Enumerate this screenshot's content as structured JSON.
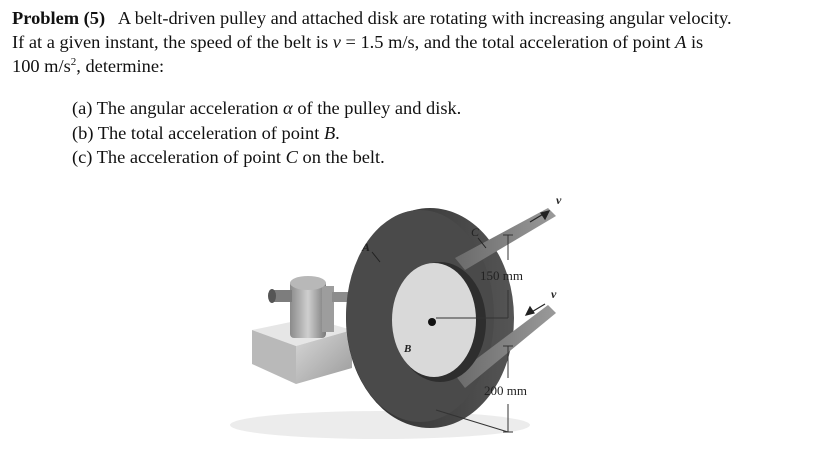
{
  "problem": {
    "label": "Problem (5)",
    "line1_rest": "A belt-driven pulley and attached disk are rotating with increasing angular velocity.",
    "line2_pre": "If at a given instant, the speed of the belt is",
    "var_v": "v",
    "line2_mid": "= 1.5 m/s, and the total acceleration of point",
    "point_a": "A",
    "line2_post": "is",
    "line3_pre": "100 m/s",
    "line3_sup": "2",
    "line3_post": ", determine:"
  },
  "parts": {
    "a_pre": "(a) The angular acceleration",
    "a_var": "α",
    "a_post": "of the pulley and disk.",
    "b_pre": "(b) The total acceleration of point",
    "b_var": "B",
    "b_post": ".",
    "c_pre": "(c) The acceleration of point",
    "c_var": "C",
    "c_post": "on the belt."
  },
  "figure": {
    "label_a": "A",
    "label_b": "B",
    "label_c": "C",
    "label_v_top": "v",
    "label_v_bottom": "v",
    "dim_inner": "150 mm",
    "dim_outer": "200 mm"
  }
}
